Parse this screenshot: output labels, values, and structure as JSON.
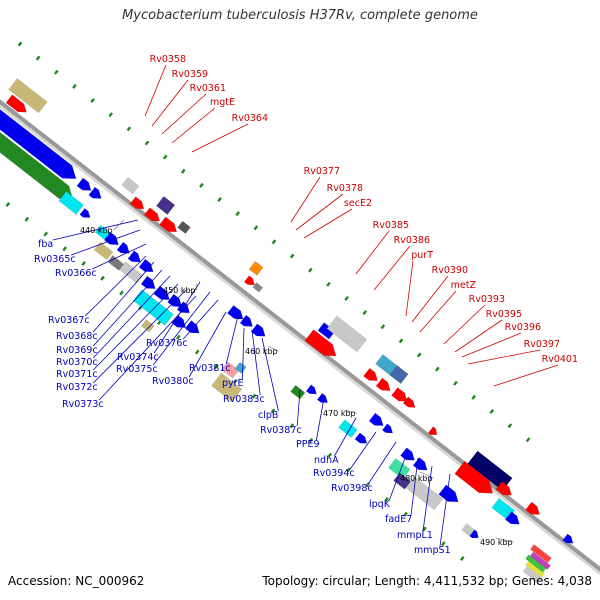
{
  "title": "Mycobacterium tuberculosis H37Rv, complete genome",
  "accession": "Accession: NC_000962",
  "summary": "Topology: circular; Length: 4,411,532 bp; Genes: 4,038",
  "scale_ticks": [
    "440 kbp",
    "450 kbp",
    "460 kbp",
    "470 kbp",
    "480 kbp",
    "490 kbp"
  ],
  "forward_gene_labels": [
    "Rv0358",
    "Rv0359",
    "Rv0361",
    "mgtE",
    "Rv0364",
    "Rv0377",
    "Rv0378",
    "secE2",
    "Rv0385",
    "Rv0386",
    "purT",
    "Rv0390",
    "metZ",
    "Rv0393",
    "Rv0395",
    "Rv0396",
    "Rv0397",
    "Rv0401"
  ],
  "reverse_gene_labels": [
    "fba",
    "Rv0365c",
    "Rv0366c",
    "Rv0367c",
    "Rv0368c",
    "Rv0369c",
    "Rv0370c",
    "Rv0371c",
    "Rv0372c",
    "Rv0373c",
    "Rv0374c",
    "Rv0375c",
    "Rv0376c",
    "Rv0380c",
    "Rv0381c",
    "pyrE",
    "Rv0383c",
    "clpB",
    "Rv0387c",
    "PPE9",
    "ndhA",
    "Rv0394c",
    "Rv0398c",
    "lpqK",
    "fadE7",
    "mmpL1",
    "mmpS1"
  ],
  "colors": {
    "forward_label": "#cc0000",
    "reverse_label": "#0000bb",
    "backbone": "#999999",
    "feature_red": "#ff0000",
    "feature_blue": "#0000ee",
    "feature_navy": "#000066",
    "feature_green": "#228822",
    "feature_cyan": "#00e5ee",
    "feature_gray": "#c8c8c8",
    "feature_khaki": "#c8b878",
    "feature_orange": "#ff8c00",
    "feature_purple": "#443388",
    "feature_pink": "#f0a0a8",
    "feature_teal": "#40a8c8",
    "dots": "#1a8a1a"
  }
}
